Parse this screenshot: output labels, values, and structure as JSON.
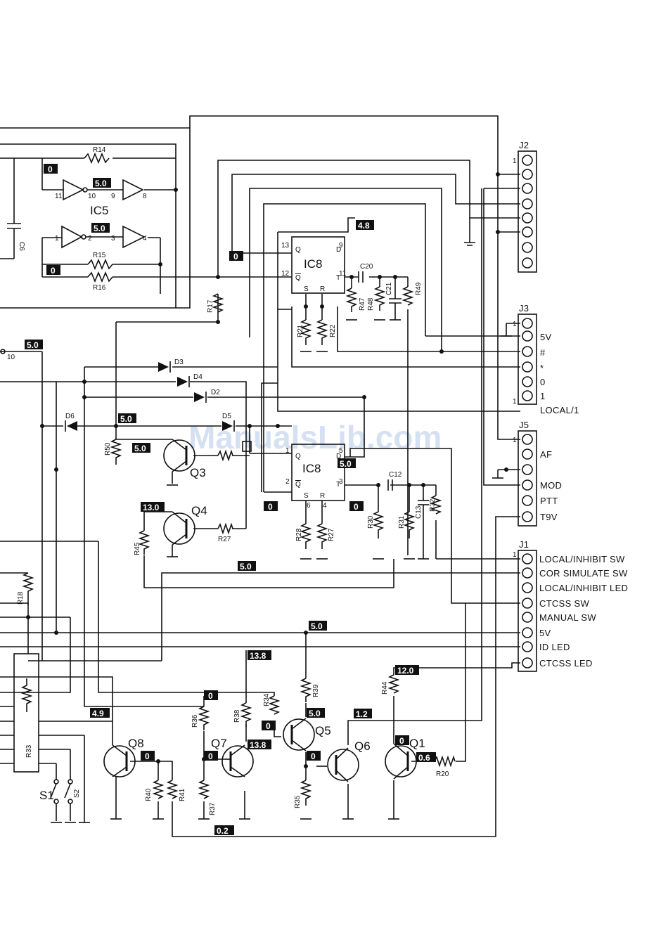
{
  "watermark": "ManualsLib.com",
  "ics": {
    "ic5": "IC5",
    "ic8_top": "IC8",
    "ic8_bottom": "IC8"
  },
  "pins": {
    "ic5_a_in": "11",
    "ic5_a_out": "10",
    "ic5_b_in": "9",
    "ic5_b_out": "8",
    "ic5_c_in": "1",
    "ic5_c_out": "2",
    "ic5_d_in": "3",
    "ic5_d_out": "4",
    "ic8t_13": "13",
    "ic8t_9": "9",
    "ic8t_12": "12",
    "ic8t_11": "11",
    "ic8t_Q": "Q",
    "ic8t_D": "D",
    "ic8t_Qb": "Q",
    "ic8t_T": "T",
    "ic8t_S": "S",
    "ic8t_R": "R",
    "ic8b_1": "1",
    "ic8b_5": "5",
    "ic8b_2": "2",
    "ic8b_3": "3",
    "ic8b_6": "6",
    "ic8b_4": "4",
    "ic8b_Q": "Q",
    "ic8b_D": "D",
    "ic8b_Qb": "Q",
    "ic8b_T": "T",
    "ic8b_S": "S",
    "ic8b_R": "R",
    "pin10": "10"
  },
  "components": {
    "R14": "R14",
    "R15": "R15",
    "R16": "R16",
    "R17": "R17",
    "R18": "R18",
    "R20": "R20",
    "R21": "R21",
    "R22": "R22",
    "R27a": "R27",
    "R27b": "R27",
    "R28": "R28",
    "R30": "R30",
    "R31": "R31",
    "R32": "R32",
    "R33": "R33",
    "R34": "R34",
    "R35": "R35",
    "R36": "R36",
    "R37": "R37",
    "R38": "R38",
    "R39": "R39",
    "R40": "R40",
    "R41": "R41",
    "R44": "R44",
    "R45": "R45",
    "R47": "R47",
    "R48": "R48",
    "R49": "R49",
    "R50": "R50",
    "C6": "C6",
    "C12": "C12",
    "C13": "C13",
    "C20": "C20",
    "C21": "C21",
    "D2": "D2",
    "D3": "D3",
    "D4": "D4",
    "D5": "D5",
    "D6": "D6",
    "Q1": "Q1",
    "Q3": "Q3",
    "Q4": "Q4",
    "Q5": "Q5",
    "Q6": "Q6",
    "Q7": "Q7",
    "Q8": "Q8",
    "S1": "S1",
    "S2": "S2"
  },
  "voltages": {
    "v_ic5_in": "0",
    "v_ic5_mid_top": "5.0",
    "v_ic5_mid_bot": "5.0",
    "v_r15": "0",
    "v_ic8t_d": "4.8",
    "v_ic8t_q": "0",
    "v_pin10": "5.0",
    "v_d6": "5.0",
    "v_q3": "5.0",
    "v_ic8b": "5.0",
    "v_ic8b_s": "0",
    "v_ic8b_r": "0",
    "v_q4": "13.0",
    "v_line1": "5.0",
    "v_line2": "5.0",
    "v_q7c": "13.8",
    "v_q8": "4.9",
    "v_q8e": "0",
    "v_r36": "0",
    "v_q7b": "0",
    "v_q7e": "13.8",
    "v_q5b": "0",
    "v_q5e": "5.0",
    "v_q6b": "0",
    "v_q6c": "1.2",
    "v_r44": "12.0",
    "v_q1b": "0",
    "v_q1e": "0.6",
    "v_bottom": "0.2"
  },
  "connectors": {
    "J2": {
      "name": "J2",
      "pin1": "1"
    },
    "J3": {
      "name": "J3",
      "pin_top": "1",
      "pin_bottom": "1",
      "labels": [
        "5V",
        "#",
        "*",
        "0",
        "1",
        "LOCAL/1"
      ]
    },
    "J5": {
      "name": "J5",
      "pin1": "1",
      "labels": [
        "AF",
        "MOD",
        "PTT",
        "T9V"
      ]
    },
    "J1": {
      "name": "J1",
      "pin1": "1",
      "labels": [
        "LOCAL/INHIBIT SW",
        "COR SIMULATE SW",
        "LOCAL/INHIBIT LED",
        "CTCSS SW",
        "MANUAL SW",
        "5V",
        "ID LED",
        "CTCSS LED"
      ]
    }
  }
}
